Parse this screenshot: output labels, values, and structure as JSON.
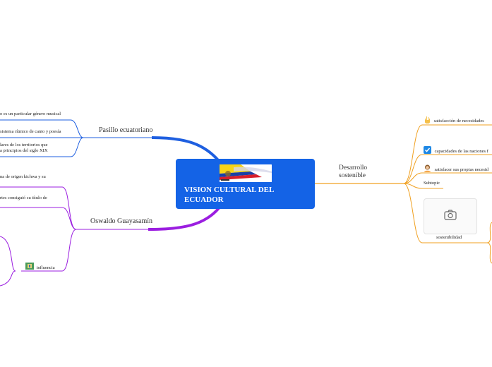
{
  "central": {
    "title": "VISION CULTURAL DEL ECUADOR"
  },
  "branches": {
    "pasillo": {
      "label": "Pasillo ecuatoriano",
      "children": [
        "o es un particular género musical",
        "sistema rítmico de canto y poesía",
        "lares de los territorios que",
        "a principios del siglo XIX"
      ]
    },
    "guayasamin": {
      "label": "Oswaldo Guayasamín",
      "children": [
        "na de origen kichwa y su",
        "rtes consiguió su título de"
      ],
      "influence": "influencia"
    },
    "desarrollo": {
      "label_line1": "Desarrollo",
      "label_line2": "sostenible",
      "children": [
        "satisfacción de necesidades",
        "capacidades de las naciones f",
        "satisfacer sus propias necesid",
        "Subtopic"
      ],
      "image_caption": "sostenibilidad"
    }
  },
  "colors": {
    "central": "#1463e6",
    "blue_branch": "#1e5fe0",
    "purple_branch": "#9b1ee0",
    "orange_branch": "#f0a020"
  },
  "icons": {
    "satisfaccion": "hand-icon",
    "capacidades": "checkbox-icon",
    "satisfacer": "person-icon",
    "influencia": "map-icon",
    "sostenibilidad": "camera-icon"
  }
}
